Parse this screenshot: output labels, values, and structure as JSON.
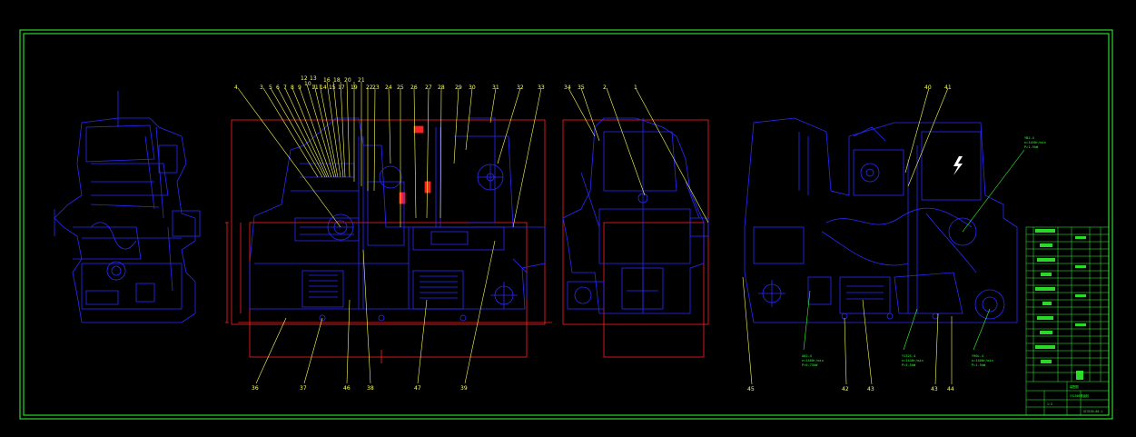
{
  "colors": {
    "background": "#000000",
    "frame": "#33ff33",
    "machine": "#2a2aff",
    "leader": "#ffff55",
    "dimension": "#ff2020",
    "spec": "#33ff33"
  },
  "top_labels": [
    "4",
    "3",
    "5",
    "6",
    "7",
    "8",
    "9",
    "10",
    "11",
    "12",
    "13",
    "14",
    "15",
    "16",
    "17",
    "18",
    "19",
    "20",
    "21",
    "22",
    "23",
    "24",
    "25",
    "26",
    "27",
    "28",
    "29",
    "30",
    "31",
    "32",
    "33",
    "34",
    "35",
    "2",
    "40",
    "41"
  ],
  "bottom_labels": [
    "36",
    "37",
    "46",
    "38",
    "47",
    "39",
    "45",
    "42",
    "43",
    "43",
    "44"
  ],
  "side_labels": [
    "1"
  ],
  "spec_blocks": [
    {
      "lines": [
        "YB2-4",
        "n=1450r/min",
        "P=1.5kW"
      ]
    },
    {
      "lines": [
        "A02-4",
        "n=1400r/min",
        "P=0.75kW"
      ]
    },
    {
      "lines": [
        "Y132S-4",
        "n=1440r/min",
        "P=5.5kW"
      ]
    },
    {
      "lines": [
        "Y90L-4",
        "n=1400r/min",
        "P=1.5kW"
      ]
    }
  ],
  "title_block": {
    "lines": [
      "装配图",
      "Y3150E滚齿机",
      "1:5",
      "GC3150-00-1"
    ]
  },
  "icons": {
    "electrical": "lightning-bolt-icon"
  }
}
